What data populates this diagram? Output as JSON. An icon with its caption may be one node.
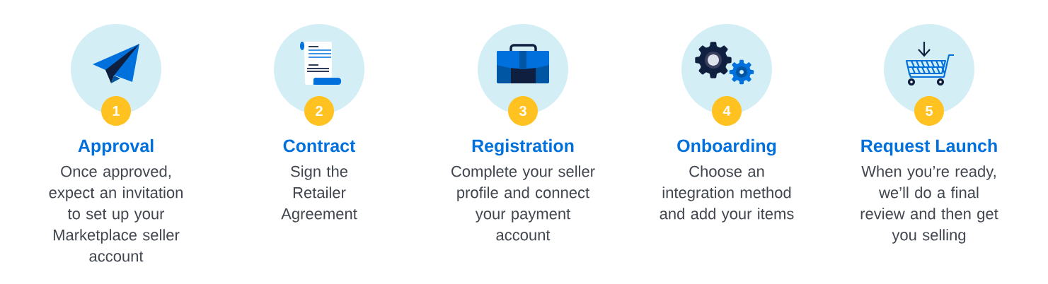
{
  "diagram": {
    "nodes": [
      {
        "text": [
          "1"
        ],
        "beside": [
          "Approval",
          "Once approved, expect an invitation to set up your Marketplace seller account"
        ]
      },
      {
        "text": [
          "2"
        ],
        "beside": [
          "Contract",
          "Sign the Retailer Agreement"
        ]
      },
      {
        "text": [
          "3"
        ],
        "beside": [
          "Registration",
          "Complete your seller profile and connect your payment account"
        ]
      },
      {
        "text": [
          "4"
        ],
        "beside": [
          "Onboarding",
          "Choose an integration method and add your items"
        ]
      },
      {
        "text": [
          "5"
        ],
        "beside": [
          "Request Launch",
          "When you’re ready, we’ll do a final review and then get you selling"
        ]
      }
    ]
  }
}
